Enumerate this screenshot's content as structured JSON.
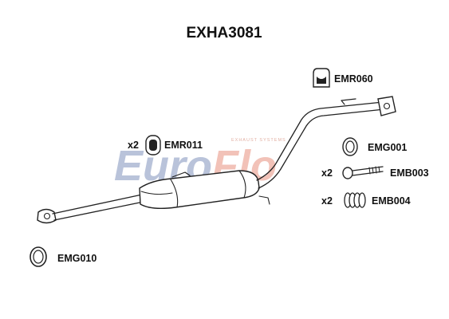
{
  "title": "EXHA3081",
  "watermark": {
    "euro": "Euro",
    "flo": "Flo",
    "tagline": "EXHAUST SYSTEMS"
  },
  "parts": [
    {
      "code": "EMR060",
      "qty": ""
    },
    {
      "code": "EMR011",
      "qty": "x2"
    },
    {
      "code": "EMG001",
      "qty": ""
    },
    {
      "code": "EMB003",
      "qty": "x2"
    },
    {
      "code": "EMB004",
      "qty": "x2"
    },
    {
      "code": "EMG010",
      "qty": ""
    }
  ],
  "colors": {
    "watermark_blue": "#b9c3da",
    "watermark_orange": "#f2c2b8",
    "line": "#222222"
  }
}
